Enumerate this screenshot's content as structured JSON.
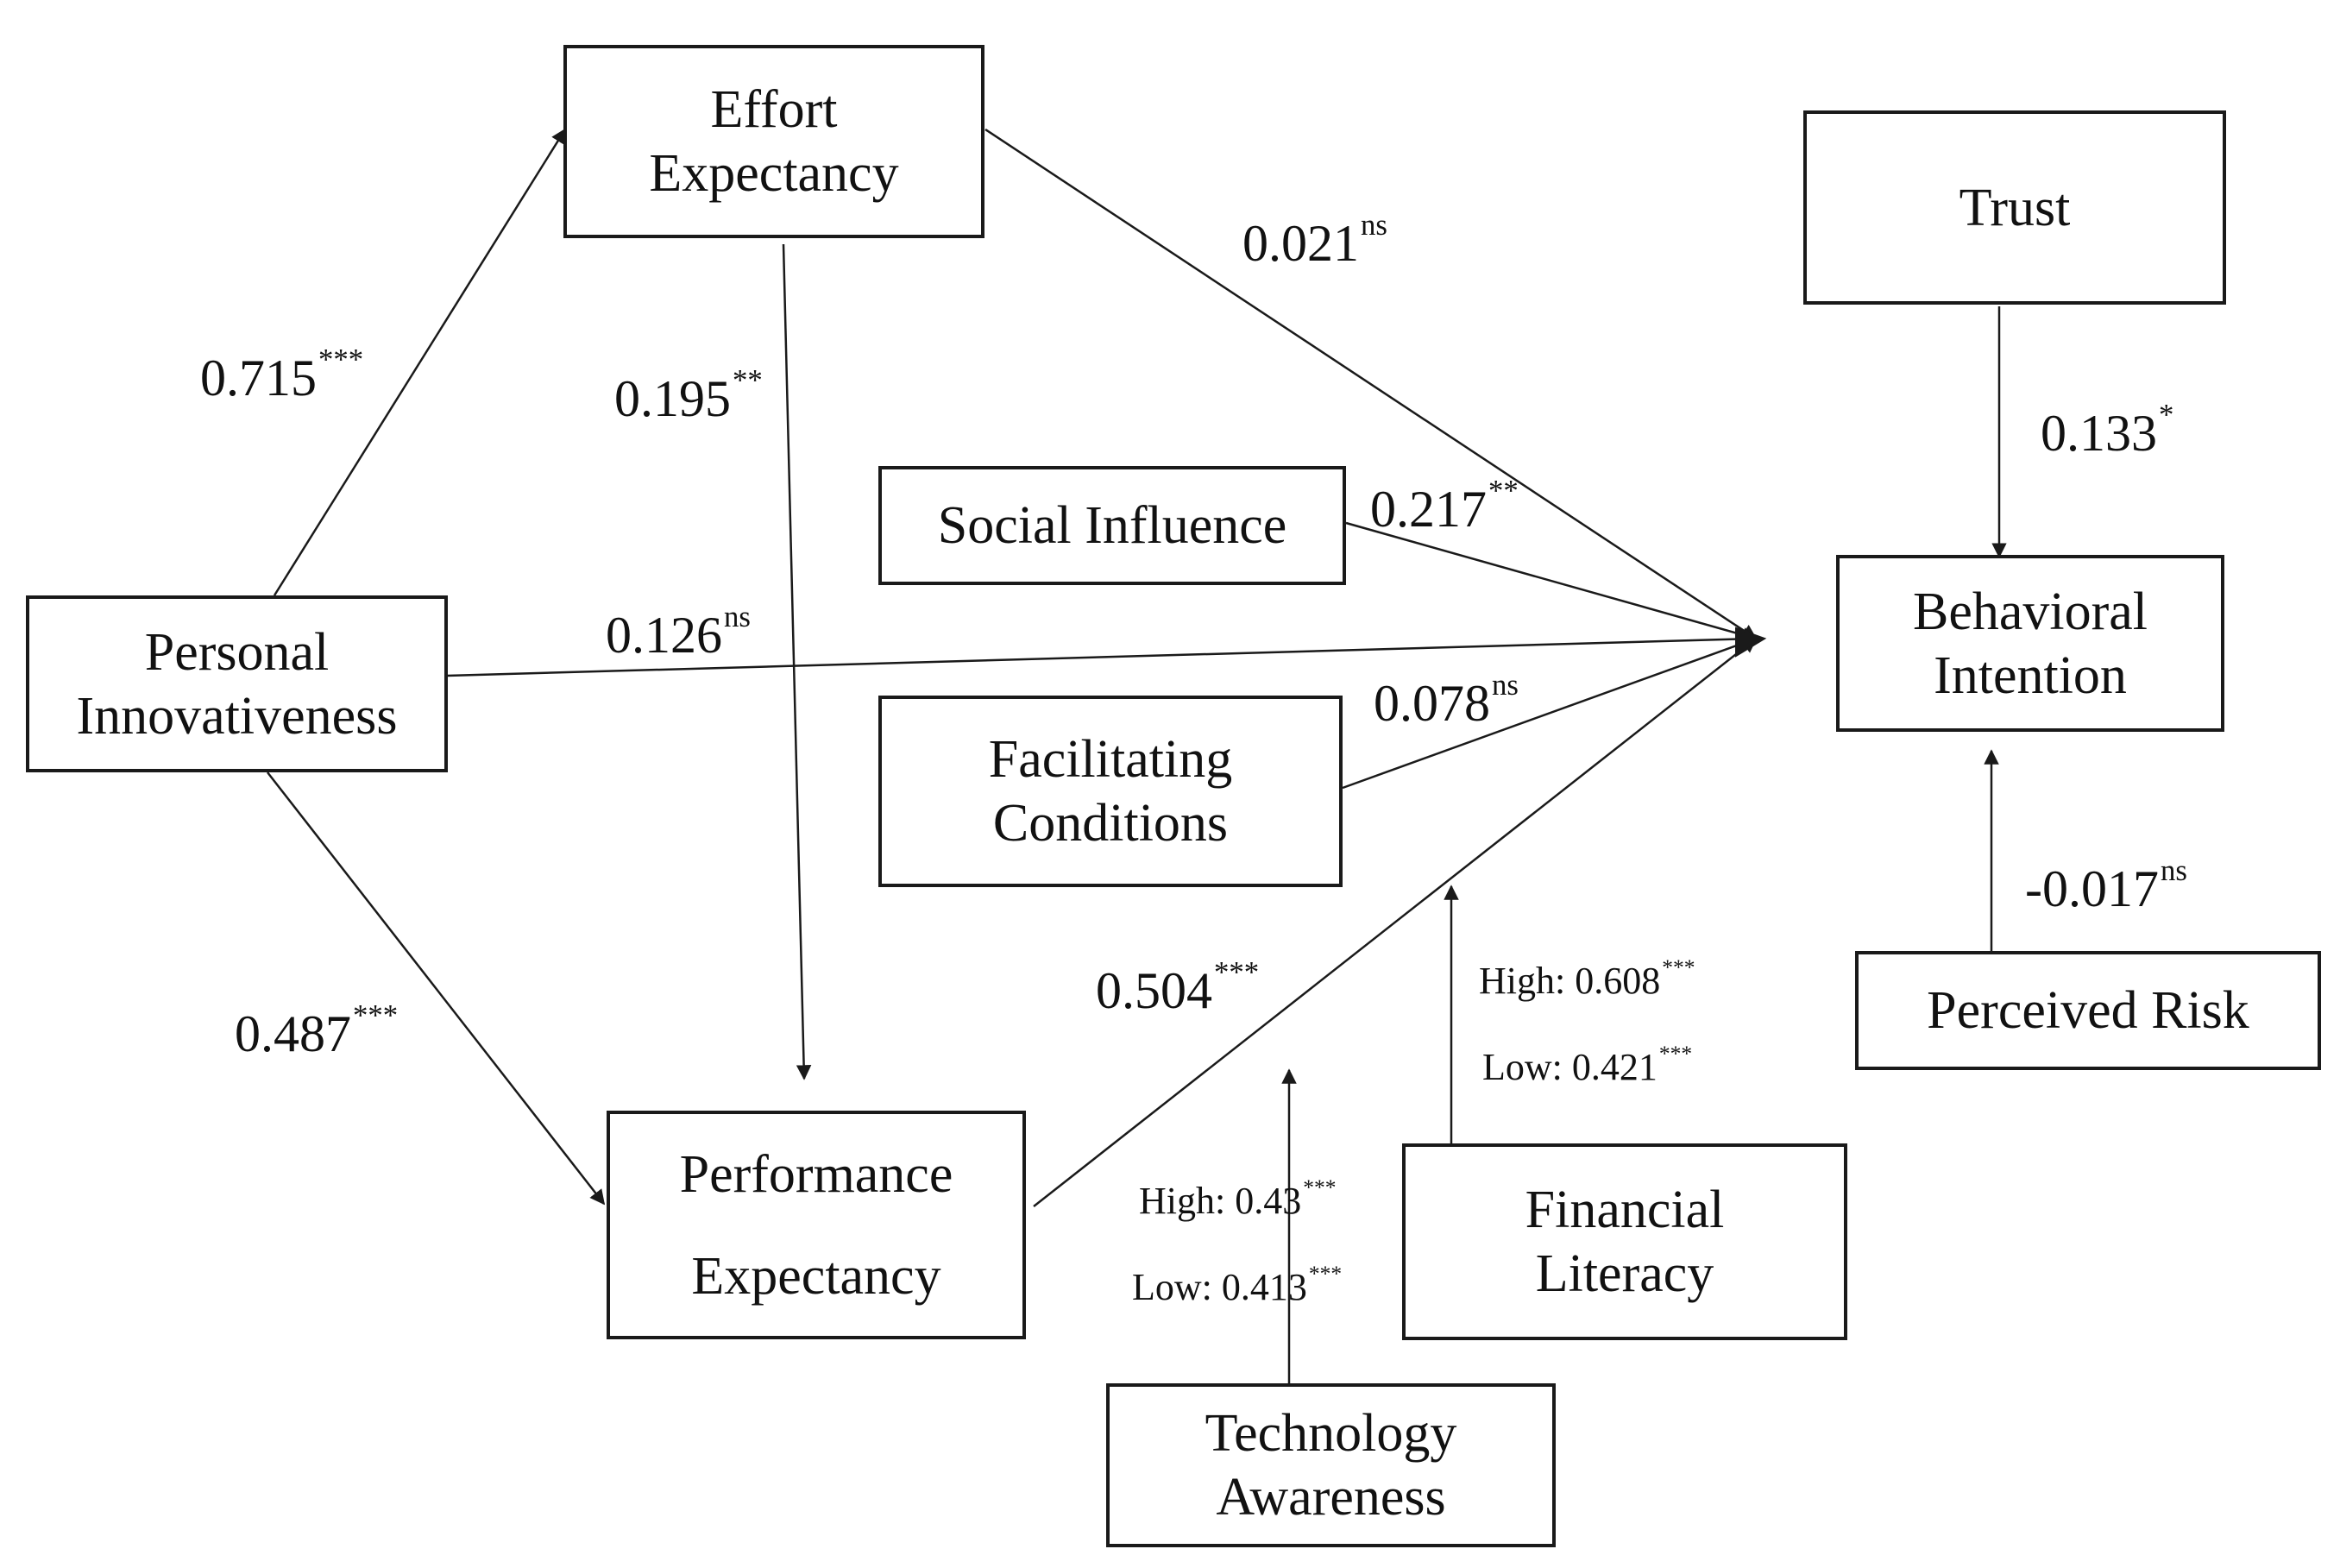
{
  "nodes": {
    "effort": {
      "lines": [
        "Effort",
        "Expectancy"
      ]
    },
    "personal": {
      "lines": [
        "Personal",
        "Innovativeness"
      ]
    },
    "performance": {
      "lines": [
        "Performance",
        "Expectancy"
      ]
    },
    "social": {
      "lines": [
        "Social Influence"
      ]
    },
    "facilitating": {
      "lines": [
        "Facilitating",
        "Conditions"
      ]
    },
    "trust": {
      "lines": [
        "Trust"
      ]
    },
    "behavioral": {
      "lines": [
        "Behavioral",
        "Intention"
      ]
    },
    "risk": {
      "lines": [
        "Perceived Risk"
      ]
    },
    "financial": {
      "lines": [
        "Financial",
        "Literacy"
      ]
    },
    "tech": {
      "lines": [
        "Technology",
        "Awareness"
      ]
    }
  },
  "paths": {
    "pi_ee": {
      "value": "0.715",
      "sig": "***"
    },
    "ee_pe": {
      "value": "0.195",
      "sig": "**"
    },
    "ee_bi": {
      "value": "0.021",
      "sig": "ns"
    },
    "si_bi": {
      "value": "0.217",
      "sig": "**"
    },
    "pi_bi": {
      "value": "0.126",
      "sig": "ns"
    },
    "fc_bi": {
      "value": "0.078",
      "sig": "ns"
    },
    "pi_pe": {
      "value": "0.487",
      "sig": "***"
    },
    "pe_bi": {
      "value": "0.504",
      "sig": "***"
    },
    "trust_bi": {
      "value": "0.133",
      "sig": "*"
    },
    "risk_bi": {
      "value": "-0.017",
      "sig": "ns"
    }
  },
  "moderators": {
    "financial": {
      "high": {
        "value": "High: 0.608",
        "sig": "***"
      },
      "low": {
        "value": "Low: 0.421",
        "sig": "***"
      }
    },
    "tech": {
      "high": {
        "value": "High: 0.43",
        "sig": "***"
      },
      "low": {
        "value": "Low: 0.413",
        "sig": "***"
      }
    }
  },
  "colors": {
    "stroke": "#1a1a1a",
    "background": "#ffffff"
  }
}
